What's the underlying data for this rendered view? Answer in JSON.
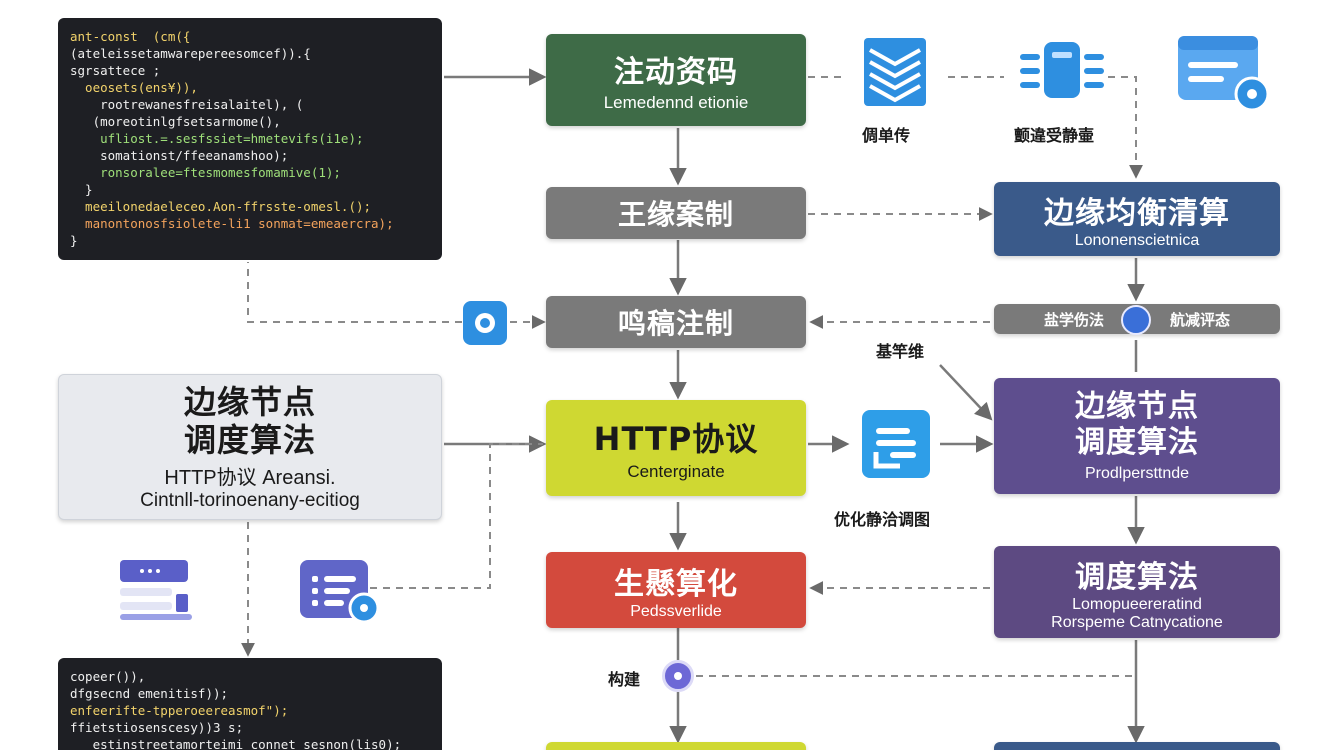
{
  "code_top": [
    {
      "text": "ant-const  (cm({",
      "cls": "c1"
    },
    {
      "text": "(ateleissetamwarepereesomcef)).{",
      "cls": "c2"
    },
    {
      "text": "sgrsattece ;",
      "cls": "c2"
    },
    {
      "text": "  oeosets(ens¥)),",
      "cls": "c1"
    },
    {
      "text": "    rootrewanesfreisalaitel), (",
      "cls": "c2"
    },
    {
      "text": "   (moreotinlgfsetsarmome(),",
      "cls": "c2"
    },
    {
      "text": "    ufliost.=.sesfssiet=hmetevifs(i1e);",
      "cls": "c3"
    },
    {
      "text": "    somationst/ffeeanamshoo);",
      "cls": "c2"
    },
    {
      "text": "    ronsoralee=ftesmomesfomamive(1);",
      "cls": "c3"
    },
    {
      "text": "  }",
      "cls": "c2"
    },
    {
      "text": "  meeilonedaeleceo.Aon-ffrsste-omesl.();",
      "cls": "c1"
    },
    {
      "text": "  manontonosfsiolete-li1 sonmat=emeaercra);",
      "cls": "c4"
    },
    {
      "text": "}",
      "cls": "c2"
    }
  ],
  "code_bottom": [
    {
      "text": "copeer()),",
      "cls": "c2"
    },
    {
      "text": "dfgsecnd emenitisf));",
      "cls": "c2"
    },
    {
      "text": "enfeerifte-tpperoeereasmof\");",
      "cls": "c1"
    },
    {
      "text": "ffietstiosenscesy))3 s;",
      "cls": "c2"
    },
    {
      "text": "   estinstreetamorteimi_connet sesnon(lis0);",
      "cls": "c2"
    }
  ],
  "nodes": {
    "n1": {
      "title": "注动资码",
      "sub": "Lemedennd etionie"
    },
    "n2": {
      "title": "王缘案制",
      "sub": ""
    },
    "n3": {
      "title": "鸣稿注制",
      "sub": ""
    },
    "n4": {
      "title": "HTTP协议",
      "sub": "Centerginate"
    },
    "n5": {
      "title": "生懸算化",
      "sub": "Pedssverlide"
    },
    "big_left": {
      "title1": "边缘节点",
      "title2": "调度算法",
      "sub1": "HTTP协议 Areansi.",
      "sub2": "Cintnll-torinoenany-ecitiog"
    },
    "r1": {
      "title": "边缘均衡清算",
      "sub": "Lononenscietnica"
    },
    "r_bar": {
      "left": "盐学伤法",
      "right": "航减评态"
    },
    "r2": {
      "title1": "边缘节点",
      "title2": "调度算法",
      "sub": "Prodlpersttnde"
    },
    "r3": {
      "title": "调度算法",
      "sub1": "Lomopueereratind",
      "sub2": "Rorspeme Catnycatione"
    }
  },
  "labels": {
    "icon1": "倜单传",
    "icon2": "颤違受静壷",
    "base": "基竿维",
    "optimize": "优化静洽调图",
    "build": "构建"
  },
  "colors": {
    "green": "#3e6b47",
    "gray": "#7a7a7a",
    "navy": "#3a5a8a",
    "yellow": "#cfd832",
    "red": "#d34a3d",
    "purple": "#5e4e8e",
    "purple2": "#5d4a82",
    "light": "#e8eaee",
    "blue_icon": "#2e8fe0"
  }
}
